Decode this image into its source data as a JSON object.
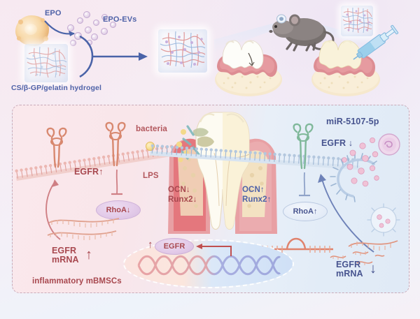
{
  "figure": {
    "title": "EPO-EVs loaded hydrogel / miR-5107-5p EGFR-RhoA periodontal regeneration schematic",
    "colors": {
      "pink_text": "#a8484f",
      "blue_text": "#47548f",
      "arrow_blue": "#4a63a8",
      "arrow_pink": "#cf7f84",
      "panel_border": "#c9aab8",
      "membrane_pink": "#e3a9a6",
      "membrane_blue": "#a8bfd8",
      "gum": "#dd8d93",
      "bone": "#f3e2c2",
      "inflamed_gum": "#e0565c",
      "ev_purple": "#cdb7d8",
      "mir_pink": "#e7aec6"
    }
  },
  "top_panel": {
    "epo_label": "EPO",
    "epo_evs_label": "EPO-EVs",
    "hydrogel_label": "CS/β-GP/gelatin hydrogel",
    "cell_name": "epo-producing-cell",
    "mouse_name": "mouse-model",
    "left_tooth_name": "healthy-periodontitis-tooth-model",
    "right_tooth_name": "treated-tooth-model",
    "syringe_name": "hydrogel-injection-syringe"
  },
  "bottom_panel": {
    "caption": "inflammatory mBMSCs",
    "left": {
      "egfr_label": "EGFR",
      "egfr_arrow": "↑",
      "rhoa_label": "RhoA",
      "rhoa_arrow": "↓",
      "bacteria_label": "bacteria",
      "lps_label": "LPS",
      "ocn_label": "OCN",
      "ocn_arrow": "↓",
      "runx2_label": "Runx2",
      "runx2_arrow": "↓",
      "mrna_label_line1": "EGFR",
      "mrna_label_line2": "mRNA",
      "mrna_arrow": "↑"
    },
    "right": {
      "mir_label": "miR-5107-5p",
      "egfr_label": "EGFR",
      "egfr_arrow": "↓",
      "rhoa_label": "RhoA",
      "rhoa_arrow": "↑",
      "ocn_label": "OCN",
      "ocn_arrow": "↑",
      "runx2_label": "Runx2",
      "runx2_arrow": "↑",
      "mrna_label_line1": "EGFR",
      "mrna_label_line2": "mRNA",
      "mrna_arrow": "↓"
    },
    "nucleus": {
      "gene_label": "EGFR",
      "gene_arrow": "↑"
    }
  }
}
